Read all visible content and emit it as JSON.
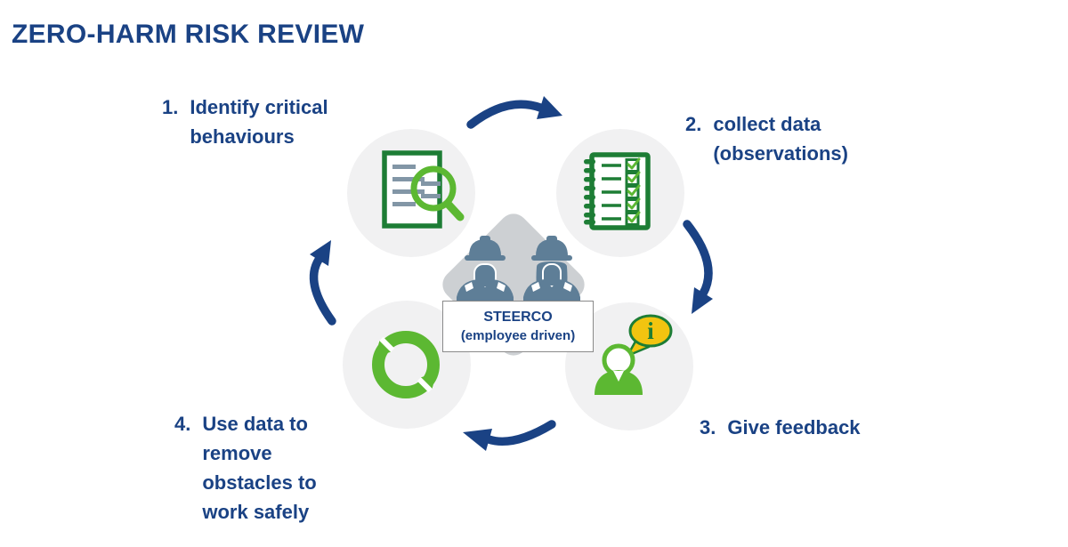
{
  "title": "ZERO-HARM RISK REVIEW",
  "center": {
    "line1": "STEERCO",
    "line2": "(employee driven)",
    "figures": "two-workers-with-hard-hats"
  },
  "steps": [
    {
      "number": "1.",
      "lines": [
        "Identify critical",
        "behaviours"
      ],
      "icon": "document-search-icon"
    },
    {
      "number": "2.",
      "lines": [
        "collect data",
        "(observations)"
      ],
      "icon": "checklist-icon"
    },
    {
      "number": "3.",
      "lines": [
        "Give feedback"
      ],
      "icon": "person-feedback-icon"
    },
    {
      "number": "4.",
      "lines": [
        "Use data to",
        "remove",
        "obstacles to",
        "work safely"
      ],
      "icon": "continuous-cycle-icon"
    }
  ],
  "info_bubble_letter": "i",
  "colors": {
    "navy": "#1a4284",
    "dark_green": "#1d7d35",
    "bright_green": "#5cb832",
    "yellow": "#f2c410",
    "circle_gray": "#f1f1f2",
    "diamond_gray": "#cdd0d3",
    "worker_slate": "#5e7e97",
    "doc_line_gray": "#8296a6",
    "box_border_gray": "#8a8a8a"
  }
}
